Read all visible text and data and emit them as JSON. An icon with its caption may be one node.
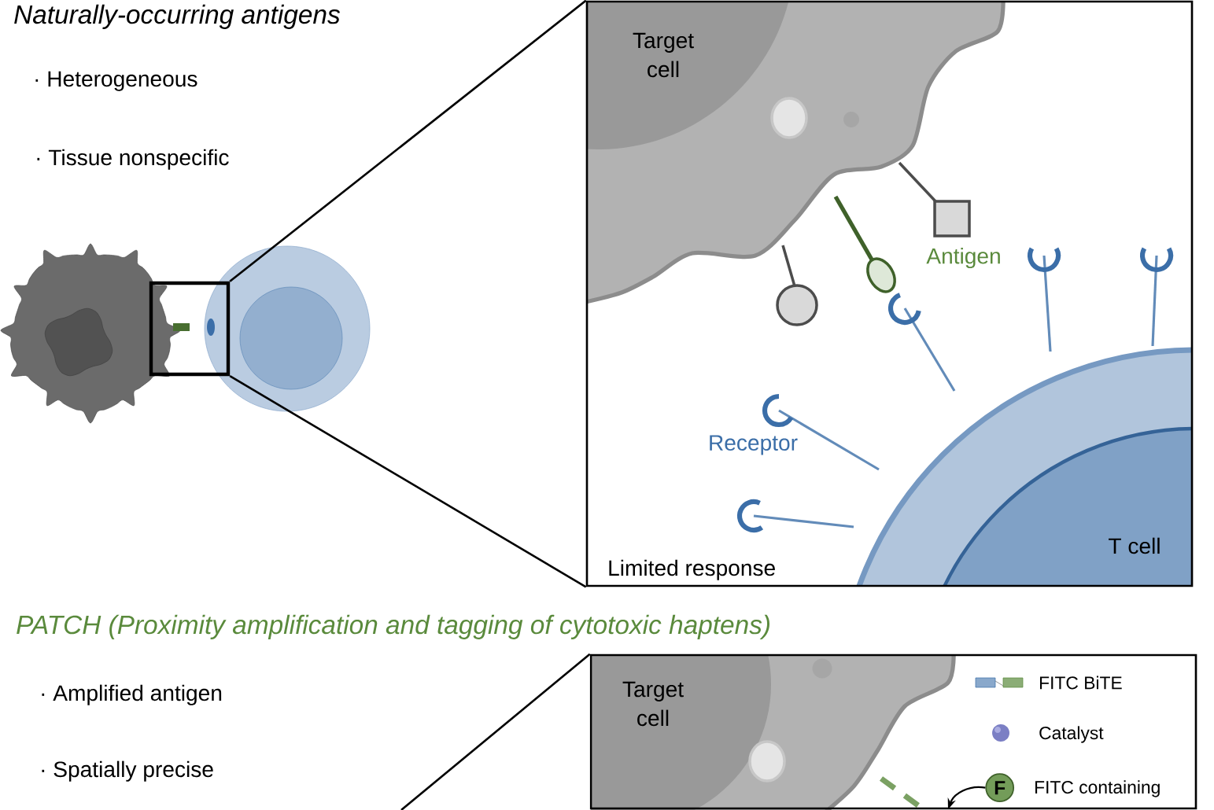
{
  "diagram": {
    "nodes": [
      {
        "text": [],
        "shape": "box"
      },
      {
        "text": [],
        "shape": "box"
      },
      {
        "text": [],
        "shape": "box"
      },
      {
        "text": [
          "F"
        ],
        "in": 2
      }
    ],
    "edges": [
      {
        "from": 0,
        "to": 1,
        "arrow": "none"
      },
      {
        "from": 0,
        "to": 1,
        "arrow": "none"
      },
      {
        "from": null,
        "to": 2,
        "arrow": "none"
      },
      {
        "from": 3,
        "to": 2,
        "arrow": "to"
      }
    ],
    "labels": [
      "Naturally-occurring antigens",
      "· Heterogeneous",
      "· Tissue nonspecific",
      "Target cell",
      "Antigen",
      "Receptor",
      "Limited response",
      "T cell",
      "PATCH (Proximity amplification and tagging of cytotoxic haptens)",
      "· Amplified antigen",
      "· Spatially precise",
      "Target cell"
    ],
    "legend": [
      {
        "text": "FITC BiTE"
      },
      {
        "text": "Catalyst"
      },
      {
        "text": "FITC containing"
      }
    ]
  }
}
